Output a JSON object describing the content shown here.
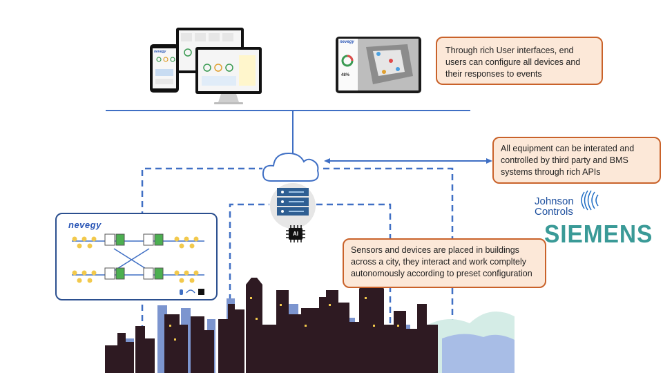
{
  "callouts": {
    "user_interfaces": "Through rich User interfaces, end users can configure all devices and their responses to events",
    "apis": "All equipment can be interated and controlled by third party and BMS systems through rich APIs",
    "sensors": "Sensors and devices are placed in buildings across a city, they interact and work compltely autonomously according to preset configuration"
  },
  "logos": {
    "johnson_controls_line1": "Johnson",
    "johnson_controls_line2": "Controls",
    "siemens": "SIEMENS"
  },
  "brand": "nevegy",
  "server": {
    "chip_label": "AI"
  },
  "tablet": {
    "stat": "48%"
  },
  "colors": {
    "callout_fill": "#fce8d8",
    "callout_border": "#c9622a",
    "line_blue": "#3f6fc4",
    "skyline_dark": "#2e1a22",
    "skyline_blue": "#7c95cf",
    "skyline_mint": "#d4ece6",
    "siemens_teal": "#3a9a97",
    "johnson_blue": "#1d4f9e"
  }
}
